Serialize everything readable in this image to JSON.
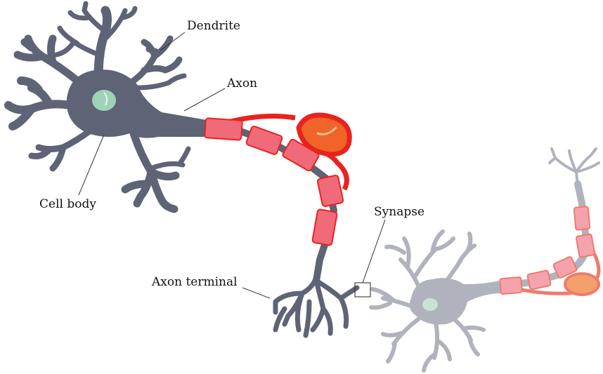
{
  "labels": {
    "dendrite": "Dendrite",
    "axon": "Axon",
    "cell_body": "Cell body",
    "synapse": "Synapse",
    "axon_terminal": "Axon terminal"
  },
  "colors": {
    "neuron_body": "#5e6375",
    "neuron_faded": "#b0b3bd",
    "nucleus": "#9fd3b6",
    "nucleus_faded": "#c8e3d2",
    "myelin": "#f06a7a",
    "myelin_faded": "#f4a3ad",
    "schwann_membrane": "#e8231e",
    "schwann_membrane_faded": "#f07a6e",
    "schwann_nucleus": "#f0642a",
    "schwann_nucleus_faded": "#f4a06a",
    "leader_line": "#333333",
    "text": "#111111"
  }
}
